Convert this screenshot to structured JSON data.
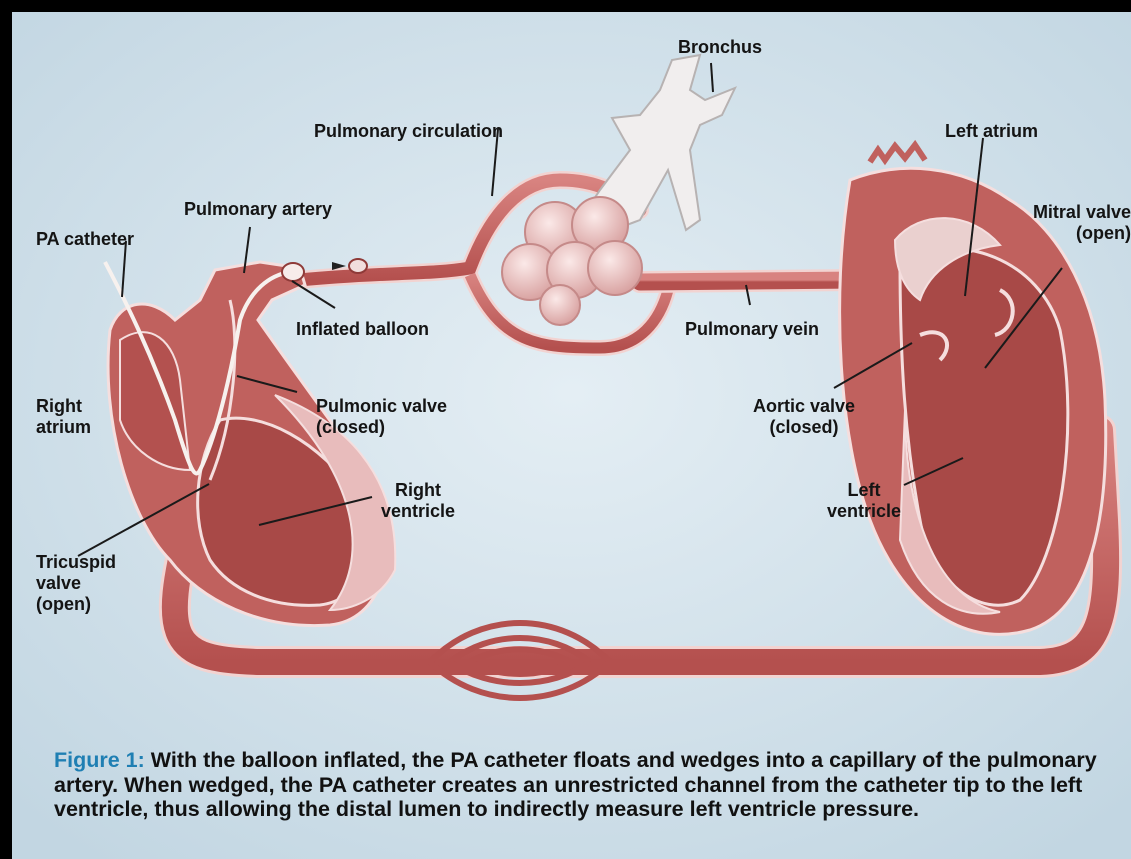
{
  "labels": {
    "bronchus": "Bronchus",
    "pulmonary_circulation": "Pulmonary circulation",
    "left_atrium": "Left atrium",
    "pulmonary_artery": "Pulmonary artery",
    "mitral_valve": "Mitral valve\n(open)",
    "pa_catheter": "PA catheter",
    "inflated_balloon": "Inflated balloon",
    "pulmonary_vein": "Pulmonary vein",
    "right_atrium": "Right\natrium",
    "pulmonic_valve": "Pulmonic valve\n(closed)",
    "aortic_valve": "Aortic valve\n(closed)",
    "right_ventricle": "Right\nventricle",
    "left_ventricle": "Left\nventricle",
    "tricuspid_valve": "Tricuspid\nvalve\n(open)"
  },
  "caption": {
    "figure_label": "Figure 1:",
    "text": " With the balloon inflated, the PA catheter floats and wedges into a capillary of the pulmonary artery. When wedged, the PA catheter creates an unrestricted channel from the catheter tip to the left ventricle, thus allowing the distal lumen to indirectly measure left ventricle pressure."
  },
  "colors": {
    "background": "#cfe0ea",
    "tissue": "#c0615e",
    "tissue_dark": "#9c3f3f",
    "tissue_light": "#e9b5b3",
    "figure_label": "#1f7fb3"
  }
}
